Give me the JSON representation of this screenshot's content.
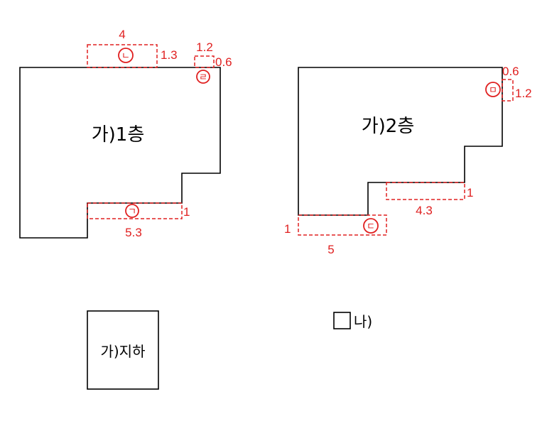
{
  "colors": {
    "outline": "#000000",
    "annotation": "#e02020",
    "background": "#ffffff"
  },
  "floor1": {
    "title": "가)1층",
    "markers": {
      "a": "ㄱ",
      "b": "ㄴ",
      "d": "ㄹ"
    },
    "dims": {
      "bottom_len": "5.3",
      "bottom_depth": "1",
      "top_len": "4",
      "top_depth": "1.3",
      "corner_len": "1.2",
      "corner_depth": "0.6"
    }
  },
  "floor2": {
    "title": "가)2층",
    "markers": {
      "c": "ㄷ",
      "e": "ㅁ"
    },
    "dims": {
      "bottom_len": "5",
      "bottom_depth": "1",
      "step_len": "4.3",
      "step_depth": "1",
      "side_len": "0.6",
      "side_depth": "1.2"
    }
  },
  "basement": {
    "title": "가)지하"
  },
  "building_b": {
    "title": "나)"
  }
}
